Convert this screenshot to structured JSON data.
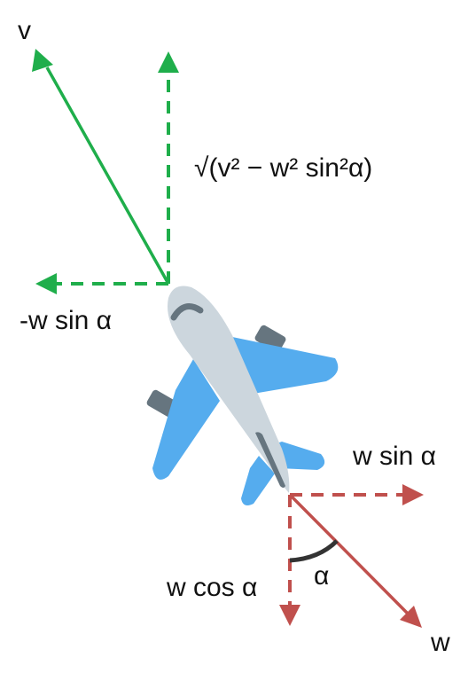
{
  "labels": {
    "v": "v",
    "v_vertical_component": "√(v² − w² sin²α)",
    "v_horizontal_component": "-w sin α",
    "w_horizontal_component": "w sin α",
    "w_vertical_component": "w cos α",
    "angle": "α",
    "w": "w"
  },
  "colors": {
    "airspeed_vectors": "#1fae4b",
    "wind_vectors": "#c0504d",
    "angle_arc": "#333333",
    "plane_body": "#ccd6dd",
    "plane_wings": "#55acee",
    "plane_engines": "#66757f",
    "plane_window": "#66757f"
  },
  "icons": {
    "plane": "airplane-icon"
  }
}
